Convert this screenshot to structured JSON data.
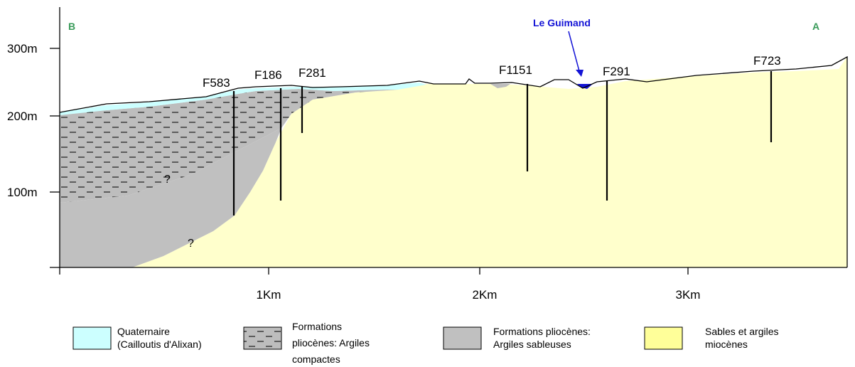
{
  "end_labels": {
    "left": "B",
    "right": "A"
  },
  "river": {
    "label": "Le Guimand",
    "color": "#1414d6"
  },
  "axes": {
    "y_ticks": [
      "300m",
      "200m",
      "100m"
    ],
    "x_ticks": [
      "1Km",
      "2Km",
      "3Km"
    ]
  },
  "wells": [
    {
      "label": "F583"
    },
    {
      "label": "F186"
    },
    {
      "label": "F281"
    },
    {
      "label": "F1151"
    },
    {
      "label": "F291"
    },
    {
      "label": "F723"
    }
  ],
  "uncertain_marks": [
    "?",
    "?"
  ],
  "colors": {
    "quaternaire": "#ccffff",
    "pliocene_compact": "#bdbdbd",
    "pliocene_sandy": "#c0c0c0",
    "miocene": "#ffffcc"
  },
  "legend": [
    {
      "key": "quaternaire",
      "lines": [
        "Quaternaire",
        "(Cailloutis d'Alixan)"
      ]
    },
    {
      "key": "pliocene_compact",
      "lines": [
        "Formations",
        "pliocènes: Argiles",
        "compactes"
      ]
    },
    {
      "key": "pliocene_sandy",
      "lines": [
        "Formations pliocènes:",
        "Argiles sableuses"
      ]
    },
    {
      "key": "miocene",
      "lines": [
        "Sables et argiles",
        "miocènes"
      ]
    }
  ]
}
